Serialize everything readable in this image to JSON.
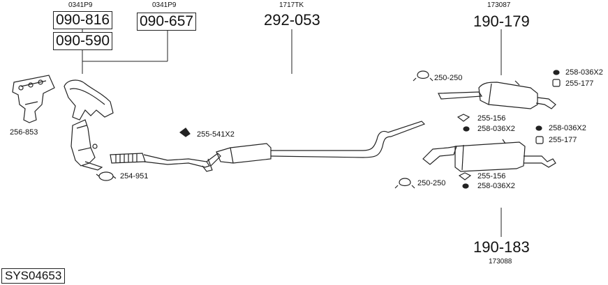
{
  "system_code": "SYS04653",
  "groups": {
    "manifold_left": {
      "ref": "0341P9",
      "codes": [
        "090-816",
        "090-590"
      ]
    },
    "manifold_right": {
      "ref": "0341P9",
      "codes": [
        "090-657"
      ]
    },
    "middle": {
      "ref": "1717TK",
      "code": "292-053"
    },
    "rear_top": {
      "ref": "173087",
      "code": "190-179"
    },
    "rear_bottom": {
      "ref": "173088",
      "code": "190-183"
    }
  },
  "parts": {
    "manifold": "256-853",
    "clamp_front": "254-951",
    "hanger_mid": "255-541X2",
    "clamp_top": "250-250",
    "clamp_bottom": "250-250",
    "rubber_top_a": "255-156",
    "nut_top_a": "258-036X2",
    "nut_top_b": "258-036X2",
    "rubber_top_b": "255-177",
    "nut_bottom_a": "258-036X2",
    "rubber_bottom_b": "255-177",
    "rubber_bottom_a": "255-156",
    "nut_bottom_b": "258-036X2"
  }
}
